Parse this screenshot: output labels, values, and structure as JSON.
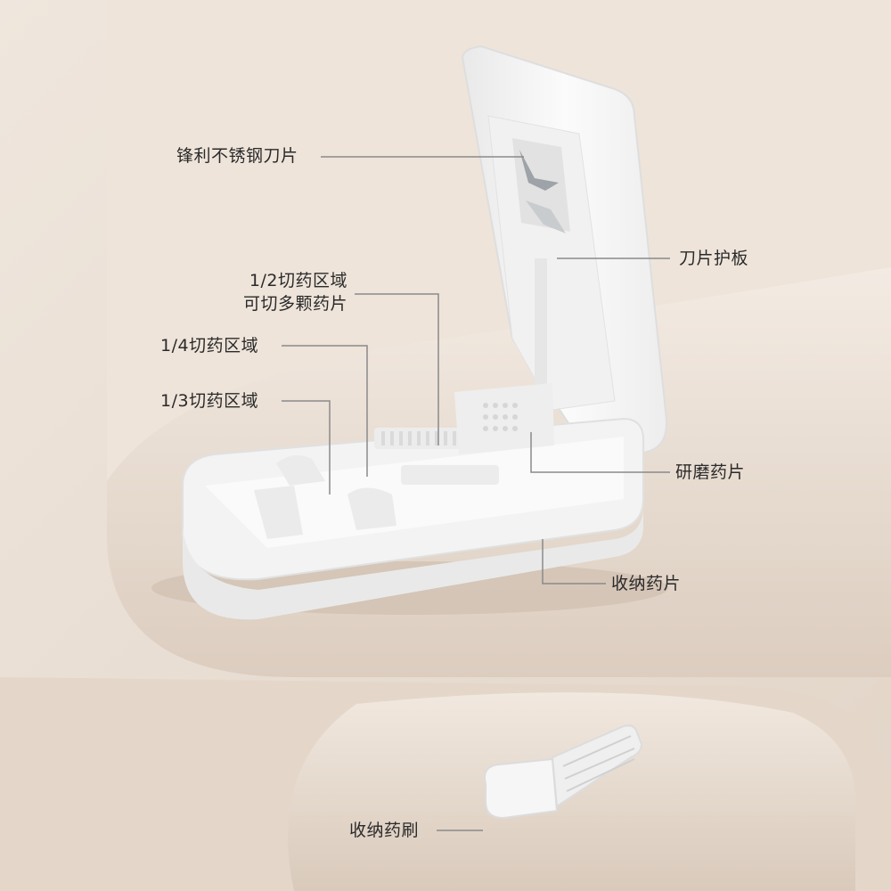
{
  "labels": {
    "blade": "锋利不锈钢刀片",
    "blade_guard": "刀片护板",
    "half_zone_line1": "1/2切药区域",
    "half_zone_line2": "可切多颗药片",
    "quarter_zone": "1/4切药区域",
    "third_zone": "1/3切药区域",
    "grind": "研磨药片",
    "storage": "收纳药片",
    "brush": "收纳药刷"
  },
  "colors": {
    "background": "#e9ddd2",
    "product": "#f6f6f6",
    "leader_line": "#8a8a8a",
    "text": "#2a2a2a"
  }
}
